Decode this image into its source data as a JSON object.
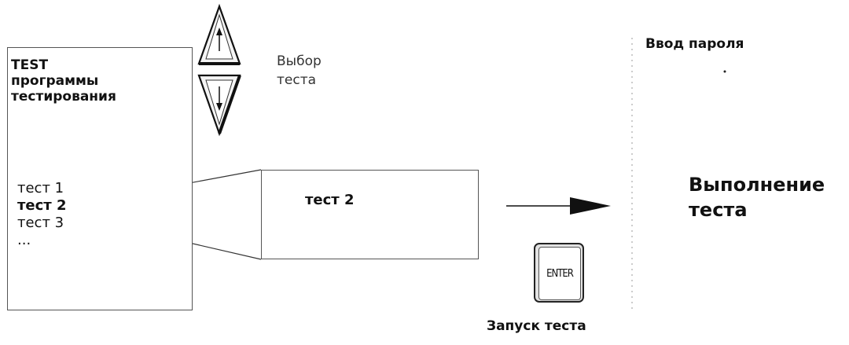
{
  "menu": {
    "title_lines": [
      "TEST",
      "программы",
      "тестирования"
    ],
    "items": [
      "тест 1",
      "тест 2",
      "тест 3",
      "..."
    ],
    "selected_index": 1
  },
  "zoom": {
    "label": "тест 2"
  },
  "updown": {
    "label_lines": [
      "Выбор",
      "теста"
    ],
    "icons": [
      "arrow-up-key-icon",
      "arrow-down-key-icon"
    ]
  },
  "password": {
    "label": "Ввод пароля"
  },
  "enter_key": {
    "label": "ENTER"
  },
  "launch": {
    "label": "Запуск теста"
  },
  "execute": {
    "label_lines": [
      "Выполнение",
      "теста"
    ]
  }
}
